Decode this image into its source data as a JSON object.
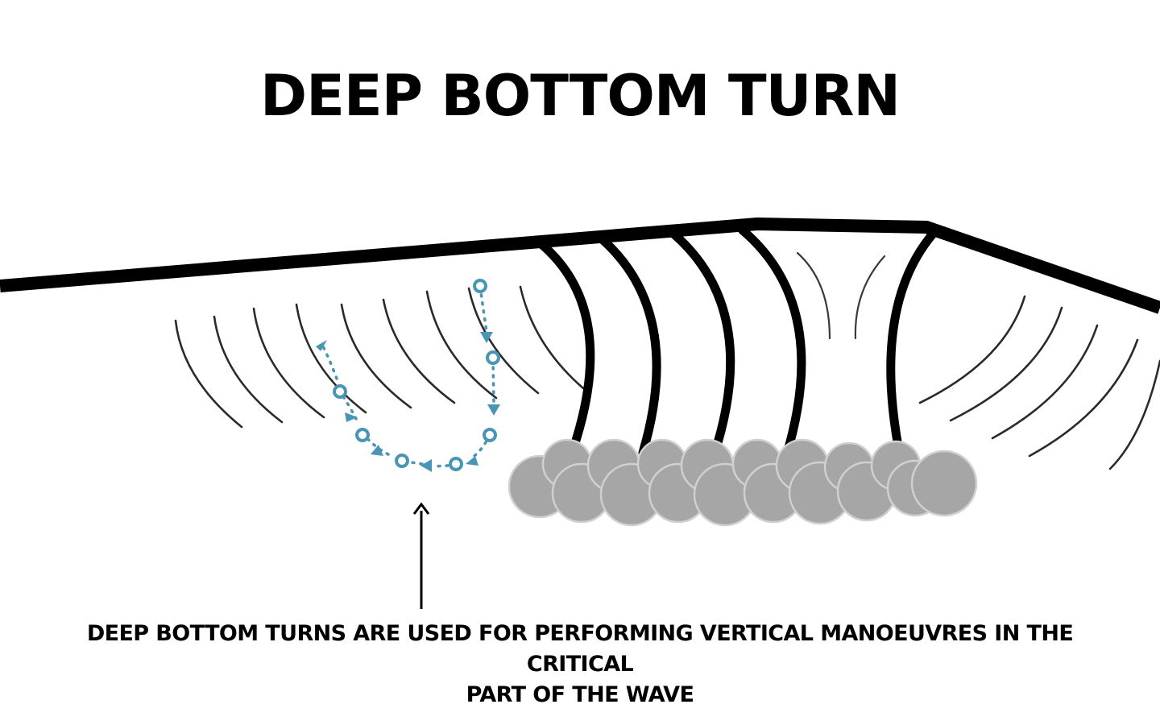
{
  "title": "DEEP BOTTOM TURN",
  "caption": {
    "line1": "DEEP BOTTOM TURNS ARE USED FOR PERFORMING VERTICAL MANOEUVRES IN THE CRITICAL",
    "line2": "PART OF THE WAVE"
  },
  "colors": {
    "wave_line": "#000000",
    "face_lines": "#2a2a2a",
    "turn_path": "#4a95b3",
    "whitewater": "#a6a6a6",
    "whitewater_edge": "#d0d0d0"
  },
  "icons": {
    "turn_path": "dotted-u-turn-arrow-icon",
    "pointer": "up-arrow-icon",
    "whitewater": "foam-cloud-icon"
  }
}
